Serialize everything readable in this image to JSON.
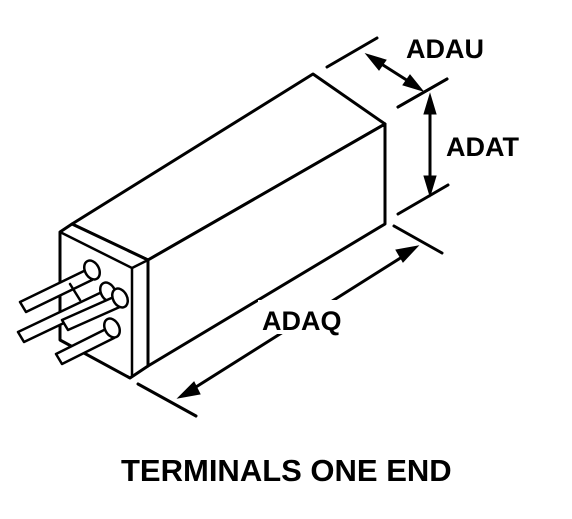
{
  "labels": {
    "depth": "ADAU",
    "height": "ADAT",
    "length": "ADAQ"
  },
  "caption": "TERMINALS ONE END",
  "colors": {
    "line": "#000000",
    "background": "#ffffff"
  }
}
